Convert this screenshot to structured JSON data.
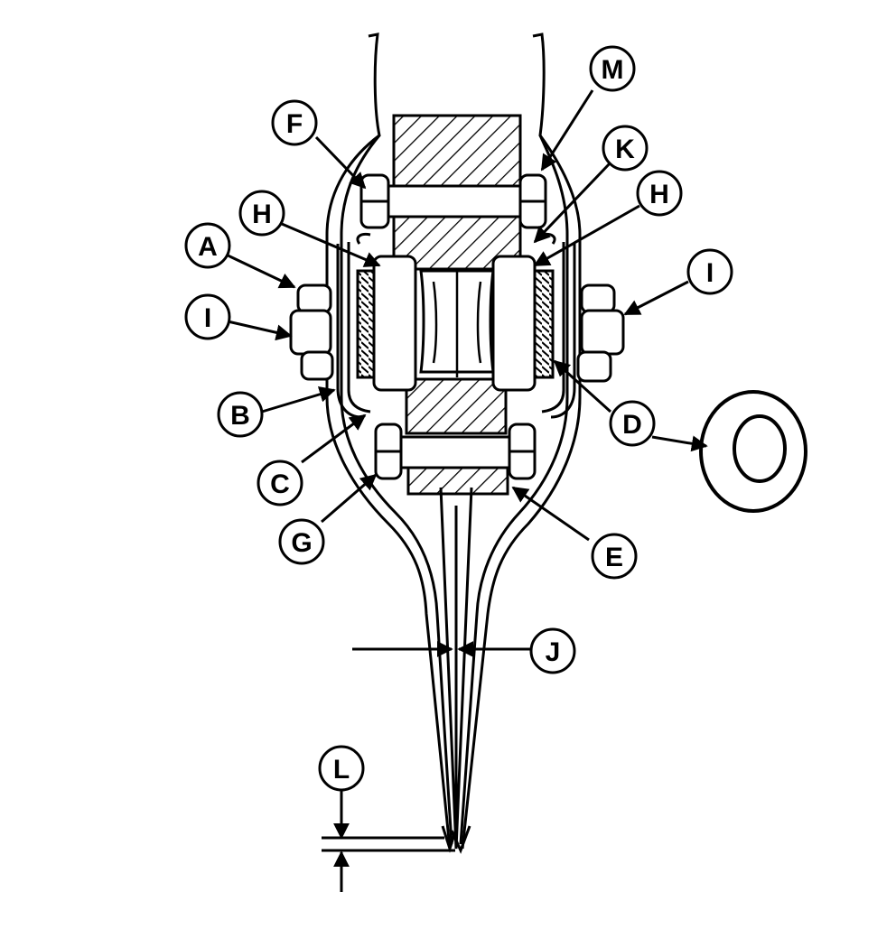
{
  "diagram": {
    "callouts": [
      {
        "id": "A",
        "label": "A"
      },
      {
        "id": "B",
        "label": "B"
      },
      {
        "id": "C",
        "label": "C"
      },
      {
        "id": "D",
        "label": "D"
      },
      {
        "id": "E",
        "label": "E"
      },
      {
        "id": "F",
        "label": "F"
      },
      {
        "id": "G",
        "label": "G"
      },
      {
        "id": "H1",
        "label": "H"
      },
      {
        "id": "H2",
        "label": "H"
      },
      {
        "id": "I1",
        "label": "I"
      },
      {
        "id": "I2",
        "label": "I"
      },
      {
        "id": "J",
        "label": "J"
      },
      {
        "id": "K",
        "label": "K"
      },
      {
        "id": "L",
        "label": "L"
      },
      {
        "id": "M",
        "label": "M"
      }
    ]
  },
  "colors": {
    "ink": "#000000",
    "paper": "#ffffff"
  }
}
